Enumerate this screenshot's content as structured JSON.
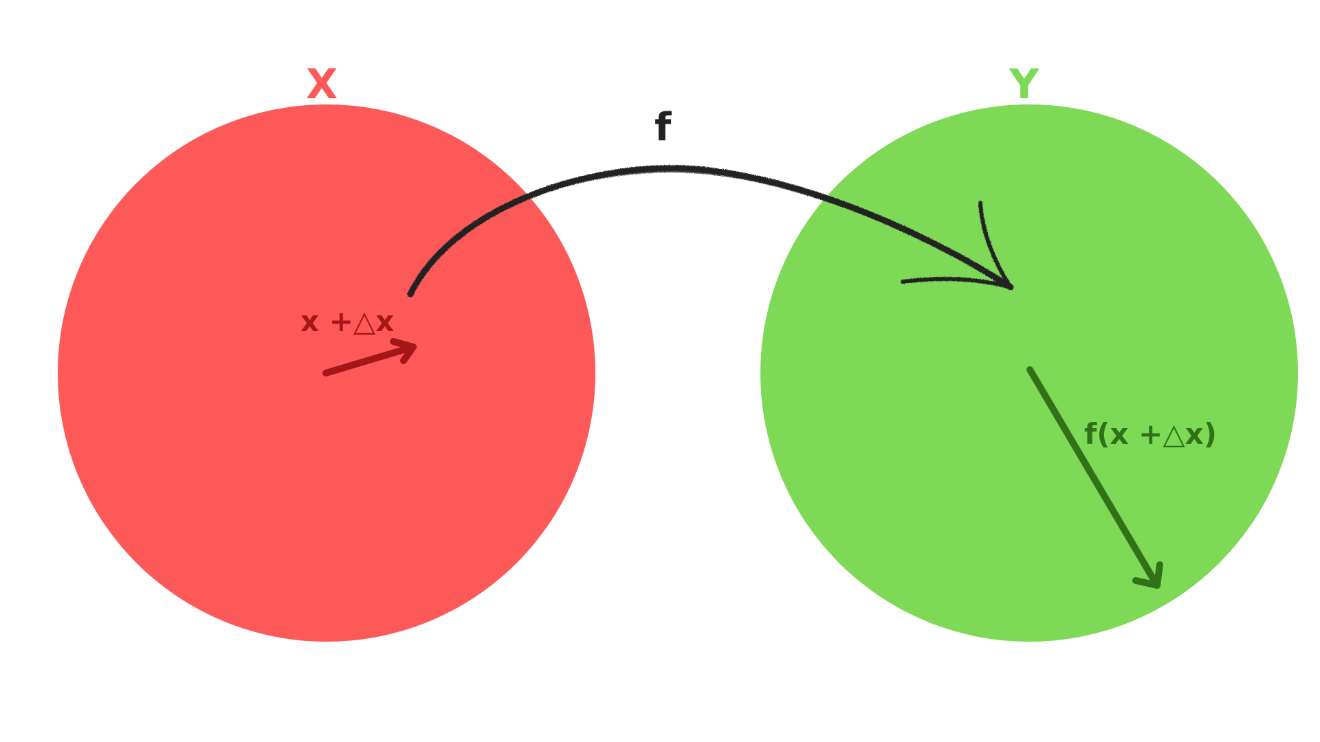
{
  "diagram": {
    "domain_set": {
      "label": "X",
      "fill_color": "#fe5959",
      "label_color": "#fe5959"
    },
    "codomain_set": {
      "label": "Y",
      "fill_color": "#7ed957",
      "label_color": "#7ed957"
    },
    "mapping": {
      "label": "f",
      "color": "#222222"
    },
    "input_point": {
      "label": "x +△x",
      "color": "#a51616"
    },
    "output_point": {
      "label": "f(x +△x)",
      "color": "#317218"
    }
  }
}
